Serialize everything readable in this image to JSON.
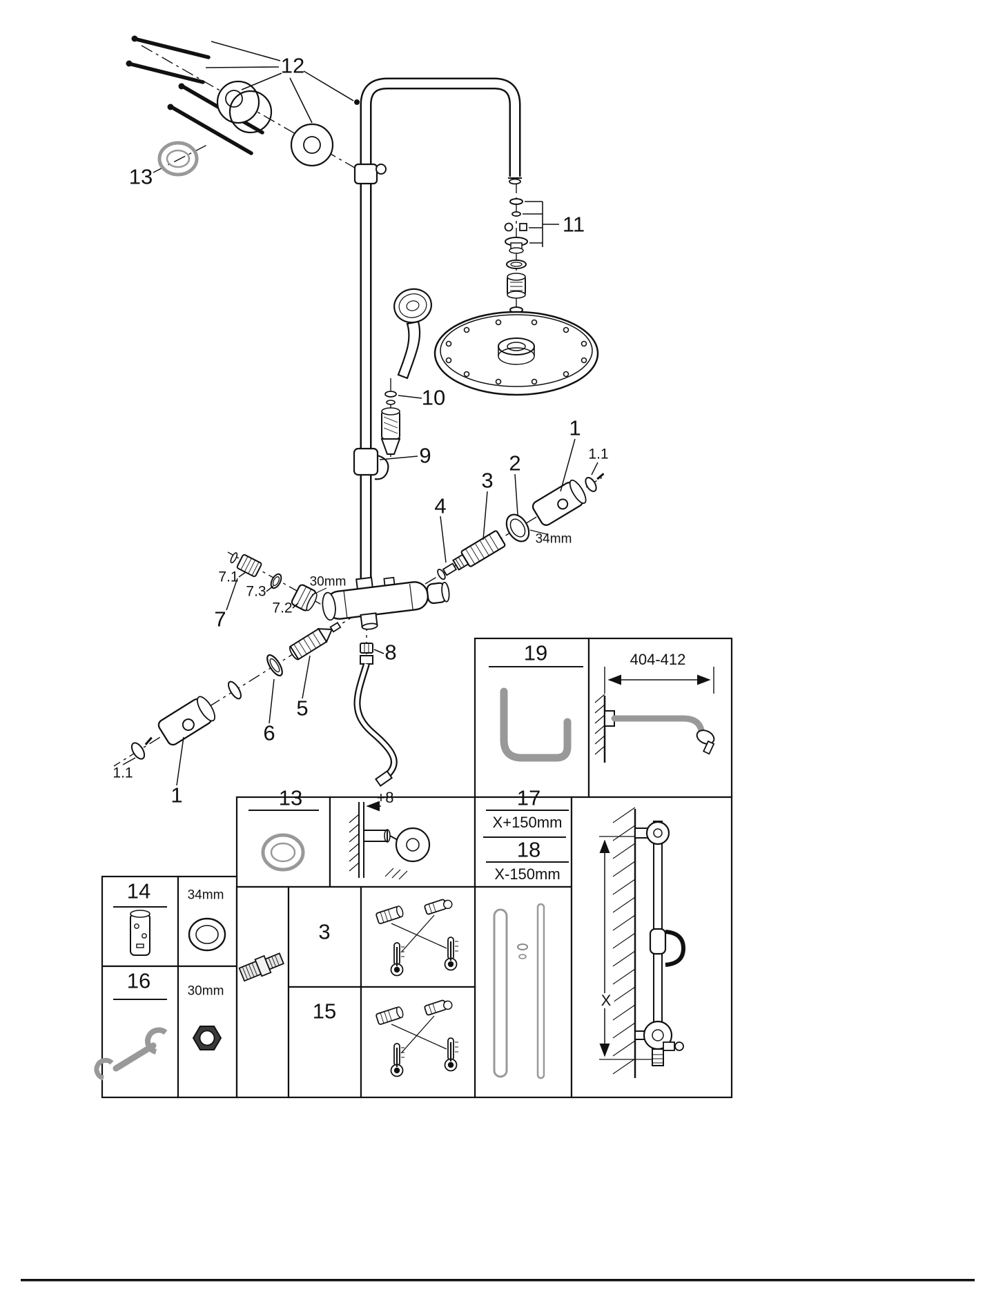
{
  "document": {
    "type": "exploded-parts-diagram",
    "subject": "shower system spare parts"
  },
  "colors": {
    "ink": "#111111",
    "part_gray": "#999999",
    "background": "#ffffff"
  },
  "callouts": {
    "part12": "12",
    "part13": "13",
    "part11": "11",
    "part10": "10",
    "part9": "9",
    "part1_right": "1",
    "part1_1_right": "1.1",
    "part2": "2",
    "part3": "3",
    "part4": "4",
    "dim_34mm": "34mm",
    "part7_1": "7.1",
    "part7_3": "7.3",
    "part7_2": "7.2",
    "part7": "7",
    "dim_30mm": "30mm",
    "part8": "8",
    "part5": "5",
    "part6": "6",
    "part1_1_left": "1.1",
    "part1_left": "1"
  },
  "panels": {
    "panel19_label": "19",
    "dim_404_412": "404-412",
    "panel13_label": "13",
    "dim_plus8": "+8",
    "panel17_label": "17",
    "panel17_dim": "X+150mm",
    "panel18_label": "18",
    "panel18_dim": "X-150mm",
    "dim_x": "X",
    "panel14_label": "14",
    "panel14_dim": "34mm",
    "panel16_label": "16",
    "panel16_dim": "30mm",
    "panel3_label": "3",
    "panel15_label": "15"
  }
}
